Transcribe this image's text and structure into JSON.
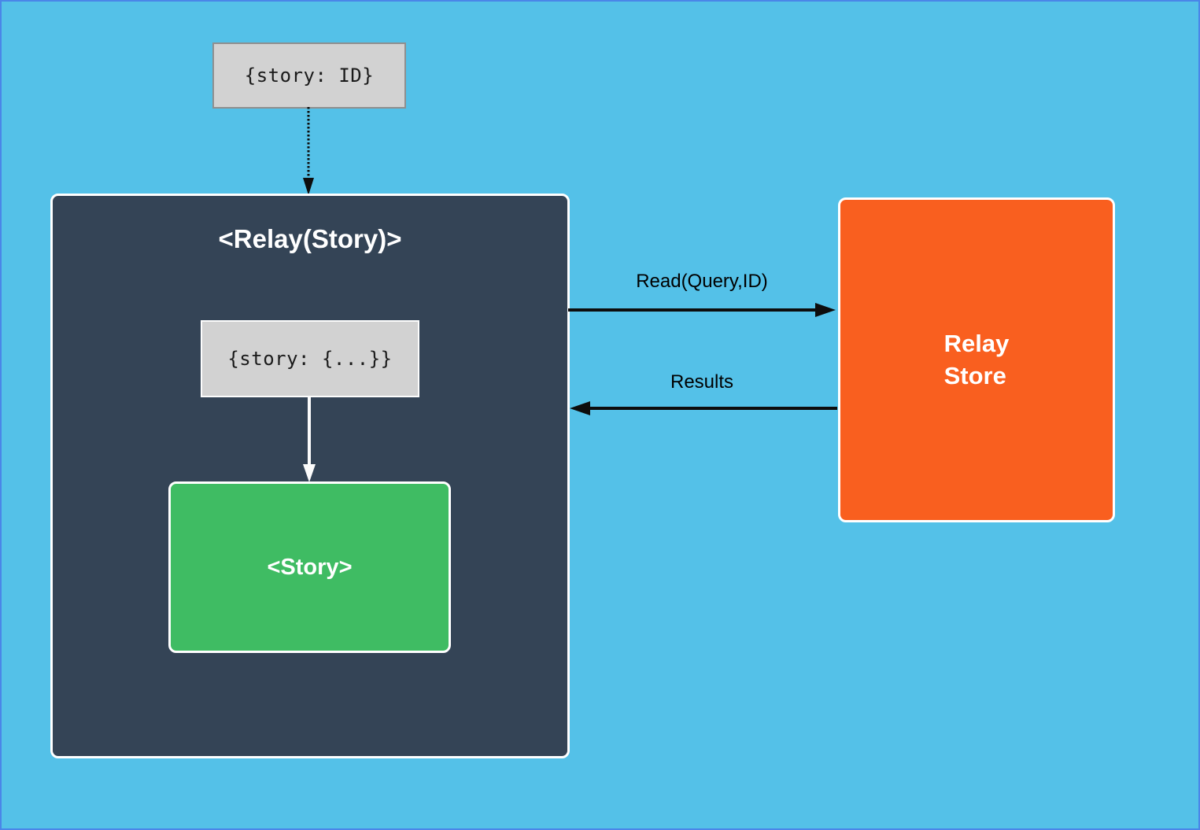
{
  "colors": {
    "page_bg": "#54c1e8",
    "frame_border": "#4a86e8",
    "relay_container_bg": "#344456",
    "story_bg": "#3fbc63",
    "relay_store_bg": "#f95f1f",
    "code_box_bg": "#d2d2d2",
    "code_box_border": "#8f8f8f",
    "inner_code_box_border": "#fdfdfd",
    "arrow_dark": "#0d0d0d",
    "arrow_light": "#fcfcfc",
    "label_text": "#000000",
    "box_text": "#ffffff",
    "code_text": "#1a1a1a"
  },
  "nodes": {
    "props_input": {
      "label": "{story: ID}"
    },
    "relay_container": {
      "title": "<Relay(Story)>"
    },
    "inner_props": {
      "label": "{story: {...}}"
    },
    "story": {
      "label": "<Story>"
    },
    "relay_store": {
      "label": "Relay\nStore"
    }
  },
  "edges": {
    "read": {
      "label": "Read(Query,ID)"
    },
    "results": {
      "label": "Results"
    }
  }
}
